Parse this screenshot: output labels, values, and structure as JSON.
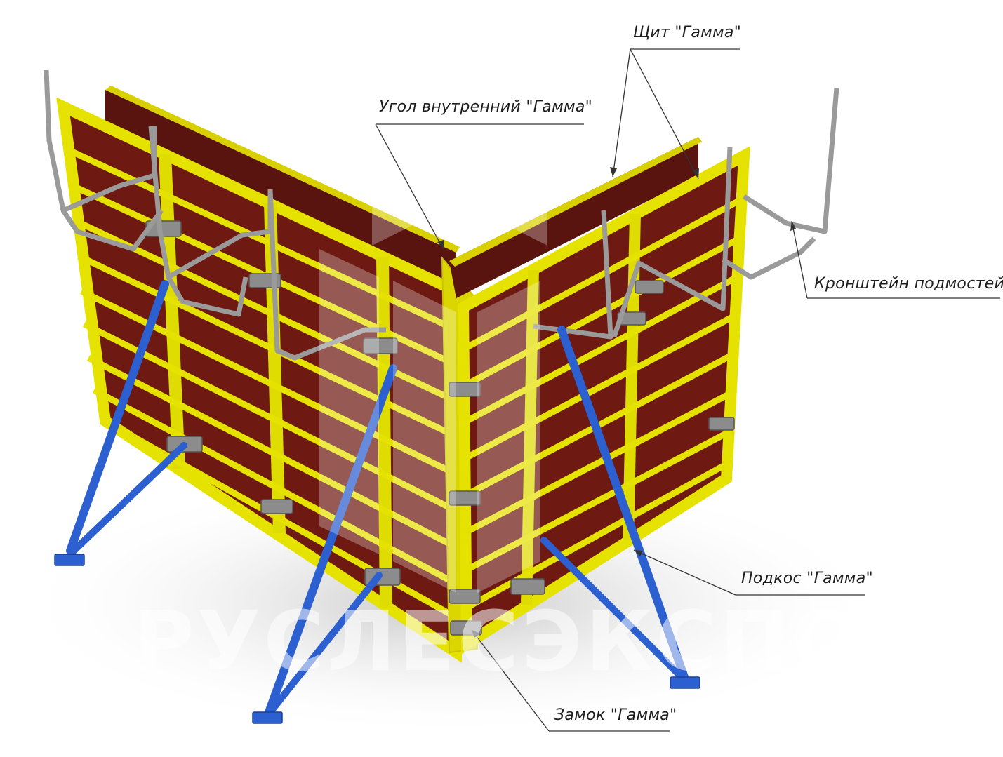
{
  "labels": {
    "panel": "Щит \"Гамма\"",
    "inner_corner": "Угол внутренний \"Гамма\"",
    "scaffold_bracket": "Кронштейн подмостей",
    "push_pull_prop": "Подкос \"Гамма\"",
    "clamp": "Замок \"Гамма\""
  },
  "watermark": "РУСЛЕСЭКСПОРТ",
  "colors": {
    "frame_yellow": "#e6e200",
    "plywood_brown": "#6e1a12",
    "prop_blue": "#2c5fd0",
    "steel_gray": "#9a9a9a",
    "leader_line": "#333333"
  }
}
